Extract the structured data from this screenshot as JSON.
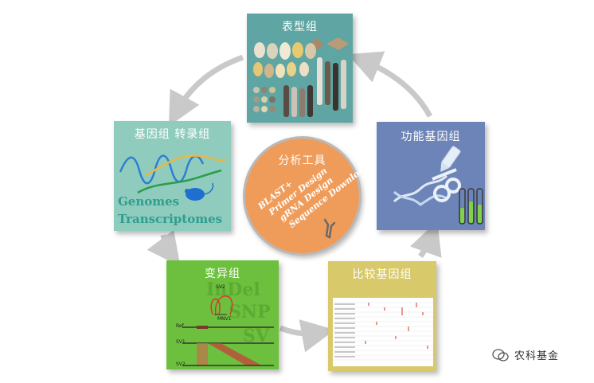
{
  "boxes": {
    "phenotype": {
      "title": "表型组"
    },
    "function": {
      "title": "功能基因组"
    },
    "genome": {
      "title": "基因组  转录组",
      "word1": "Genomes",
      "word2": "Transcriptomes"
    },
    "variation": {
      "title": "变异组",
      "sv_label1": "SV2",
      "sv_label2": "MNV1",
      "ref": "Ref",
      "sv1": "SV1",
      "sv2": "SV2",
      "big1": "InDel",
      "big2": "SNP",
      "big3": "SV"
    },
    "comparative": {
      "title": "比较基因组"
    }
  },
  "tools": {
    "title": "分析工具",
    "items": [
      "BLAST+",
      "Primer Design",
      "gRNA Design",
      "Sequence Downloader"
    ]
  },
  "watermark": {
    "label": "农科基金"
  },
  "colors": {
    "phenotype": "#5fa5a3",
    "function": "#6d84b8",
    "genome": "#8fccbd",
    "variation": "#6dbf3e",
    "comparative": "#d8c96a",
    "tools": "#ef9c5a",
    "arrow": "#c8c8c8"
  }
}
